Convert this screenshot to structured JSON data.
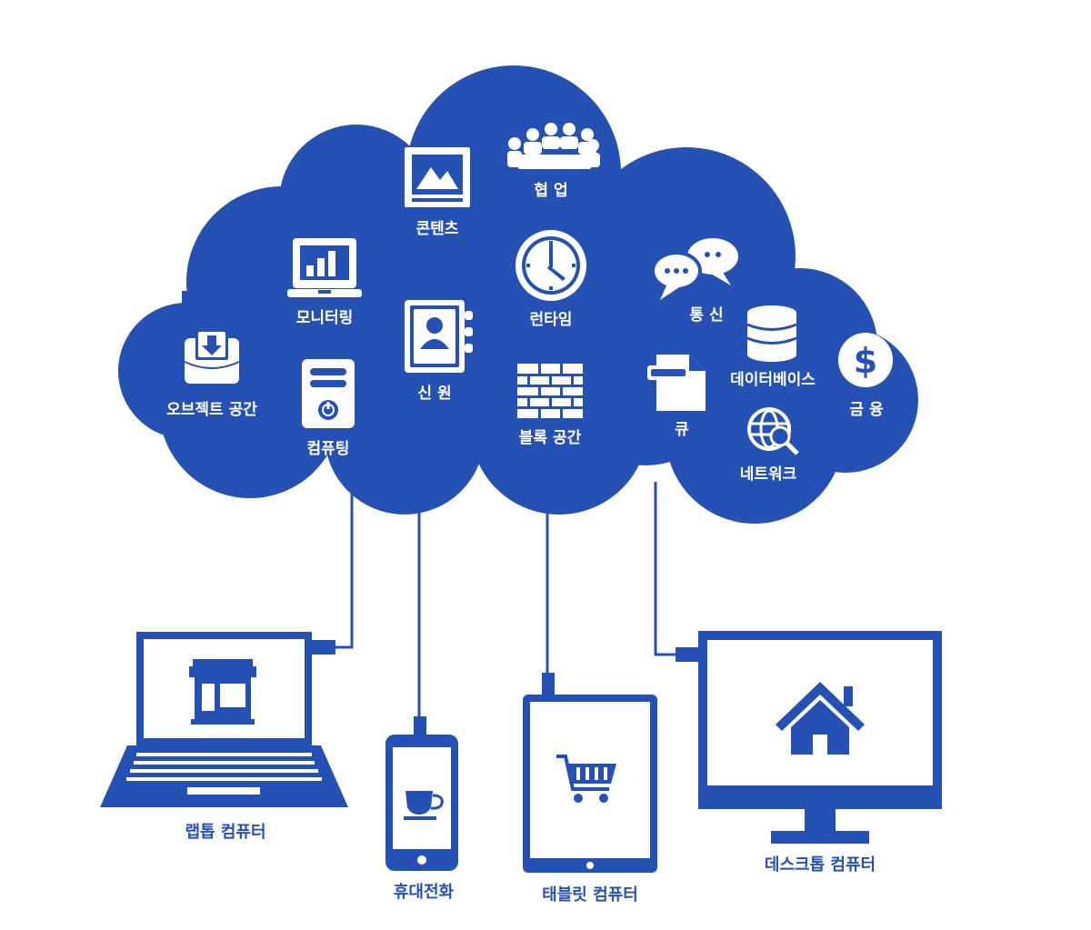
{
  "colors": {
    "primary": "#2550b4",
    "on_primary": "#ffffff",
    "background": "#ffffff"
  },
  "cloud_services": [
    {
      "label": "오브젝트 공간",
      "icon": "object-storage-download-icon"
    },
    {
      "label": "모니터링",
      "icon": "monitor-chart-icon"
    },
    {
      "label": "컴퓨팅",
      "icon": "server-power-icon"
    },
    {
      "label": "콘텐츠",
      "icon": "image-picture-icon"
    },
    {
      "label": "신 원",
      "icon": "contact-book-icon"
    },
    {
      "label": "협 업",
      "icon": "meeting-people-icon"
    },
    {
      "label": "런타임",
      "icon": "clock-icon"
    },
    {
      "label": "블록 공간",
      "icon": "brick-wall-icon"
    },
    {
      "label": "통 신",
      "icon": "chat-bubbles-icon"
    },
    {
      "label": "큐",
      "icon": "document-queue-icon"
    },
    {
      "label": "데이터베이스",
      "icon": "database-icon"
    },
    {
      "label": "네트워크",
      "icon": "globe-search-icon"
    },
    {
      "label": "금 융",
      "icon": "dollar-coin-icon"
    }
  ],
  "devices": [
    {
      "label": "랩톱 컴퓨터",
      "icon": "laptop-storefront-icon"
    },
    {
      "label": "휴대전화",
      "icon": "phone-coffee-cup-icon"
    },
    {
      "label": "태블릿 컴퓨터",
      "icon": "tablet-shopping-cart-icon"
    },
    {
      "label": "데스크톱 컴퓨터",
      "icon": "desktop-home-icon"
    }
  ]
}
